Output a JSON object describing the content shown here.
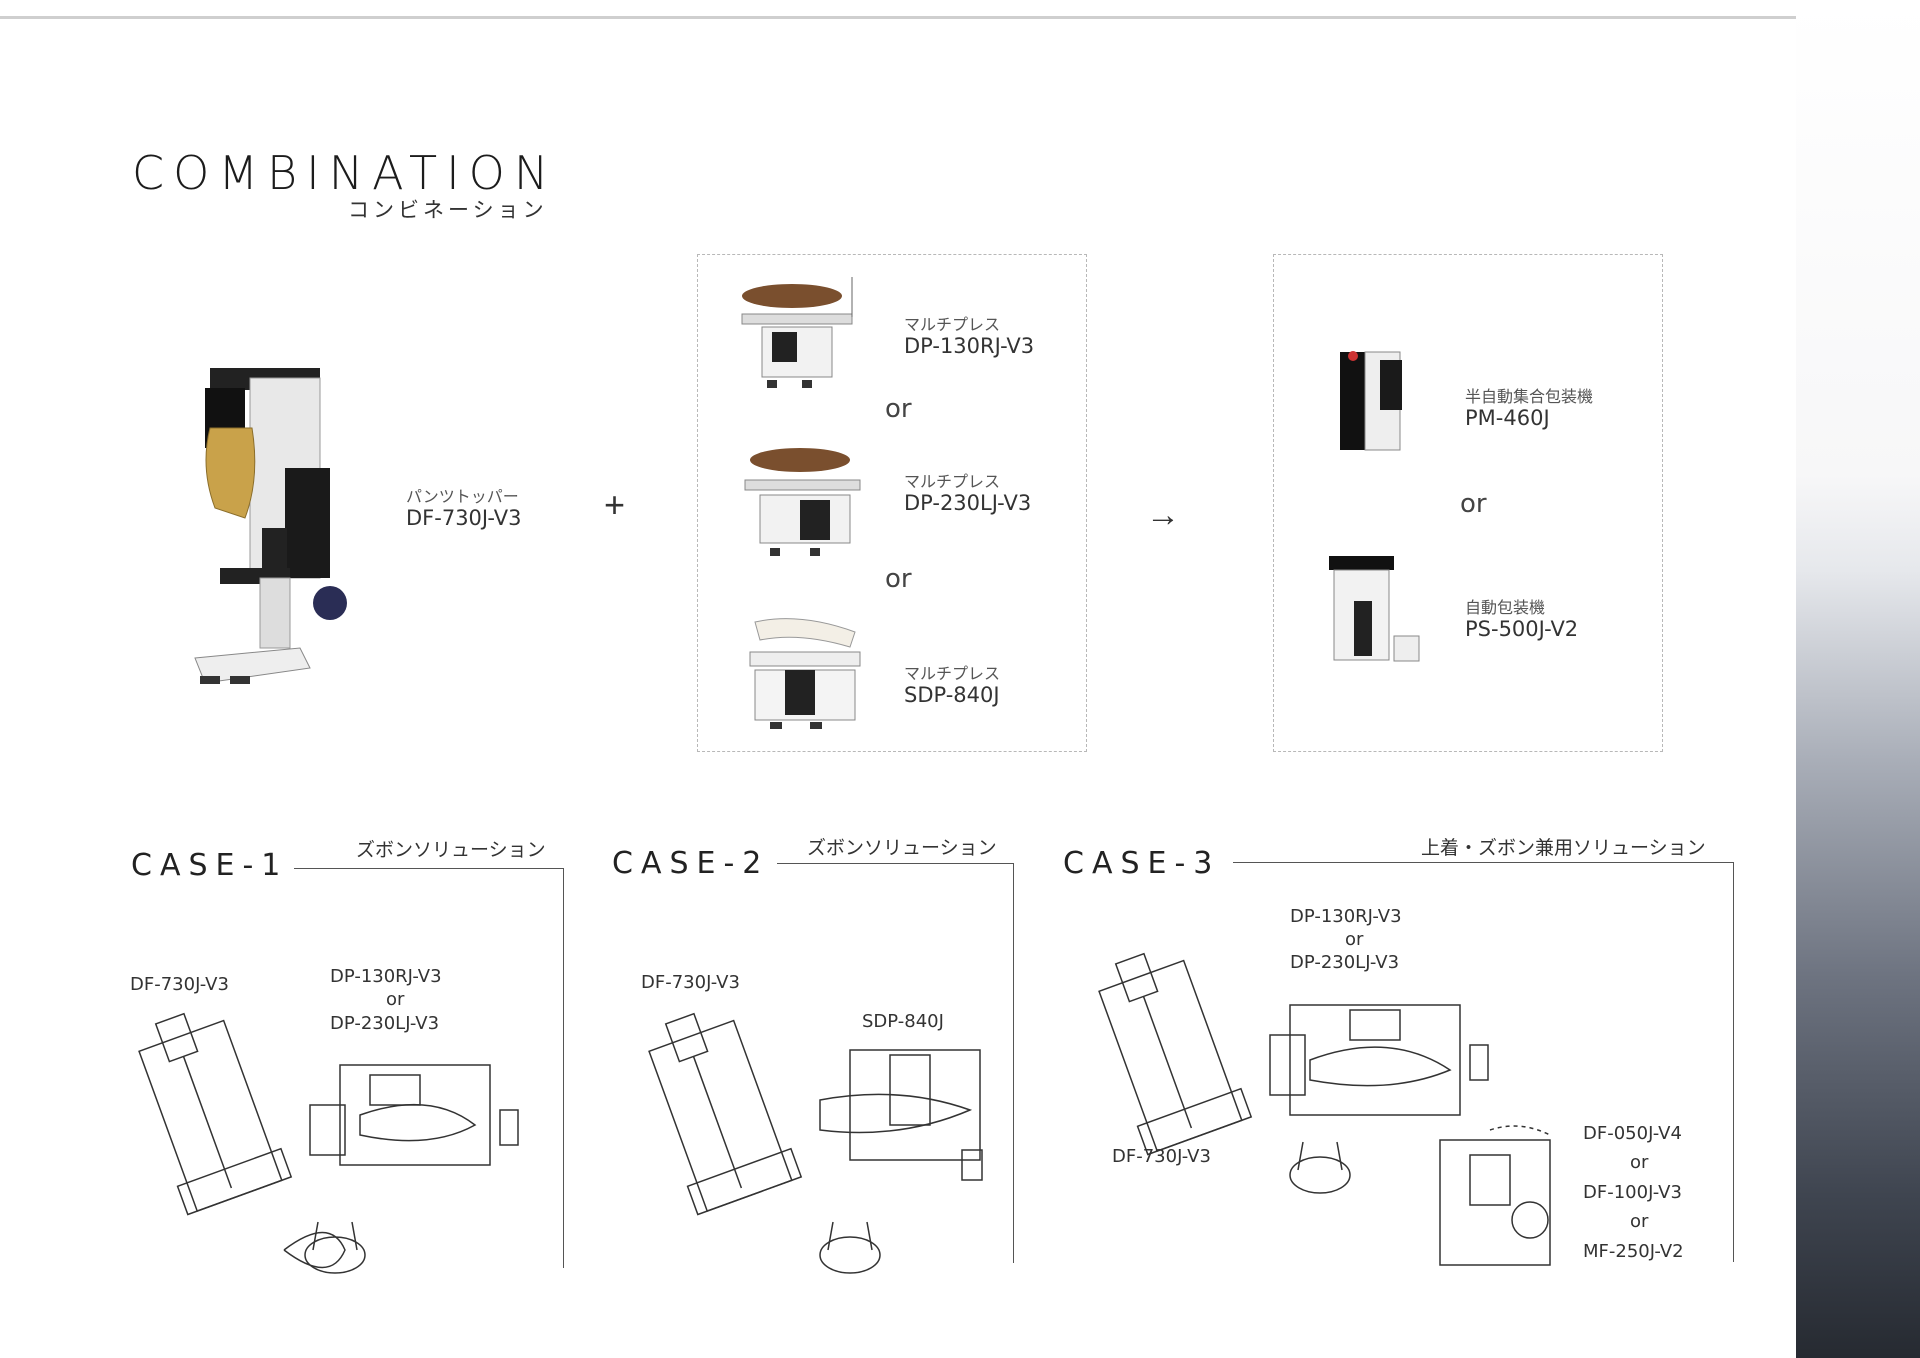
{
  "header": {
    "title": "COMBINATION",
    "subtitle": "コンビネーション"
  },
  "main": {
    "topper": {
      "jp": "パンツトッパー",
      "model": "DF-730J-V3"
    },
    "plus": "+",
    "arrow": "→",
    "presses": [
      {
        "jp": "マルチプレス",
        "model": "DP-130RJ-V3"
      },
      {
        "jp": "マルチプレス",
        "model": "DP-230LJ-V3"
      },
      {
        "jp": "マルチプレス",
        "model": "SDP-840J"
      }
    ],
    "packers": [
      {
        "jp": "半自動集合包装機",
        "model": "PM-460J"
      },
      {
        "jp": "自動包装機",
        "model": "PS-500J-V2"
      }
    ],
    "or_label": "or"
  },
  "cases": [
    {
      "title": "CASE-1",
      "subtitle": "ズボンソリューション",
      "label_a": "DF-730J-V3",
      "label_b1": "DP-130RJ-V3",
      "label_b_or": "or",
      "label_b2": "DP-230LJ-V3"
    },
    {
      "title": "CASE-2",
      "subtitle": "ズボンソリューション",
      "label_a": "DF-730J-V3",
      "label_b": "SDP-840J"
    },
    {
      "title": "CASE-3",
      "subtitle": "上着・ズボン兼用ソリューション",
      "label_a": "DF-730J-V3",
      "label_b1": "DP-130RJ-V3",
      "label_b_or": "or",
      "label_b2": "DP-230LJ-V3",
      "label_c1": "DF-050J-V4",
      "label_c_or1": "or",
      "label_c2": "DF-100J-V3",
      "label_c_or2": "or",
      "label_c3": "MF-250J-V2"
    }
  ]
}
